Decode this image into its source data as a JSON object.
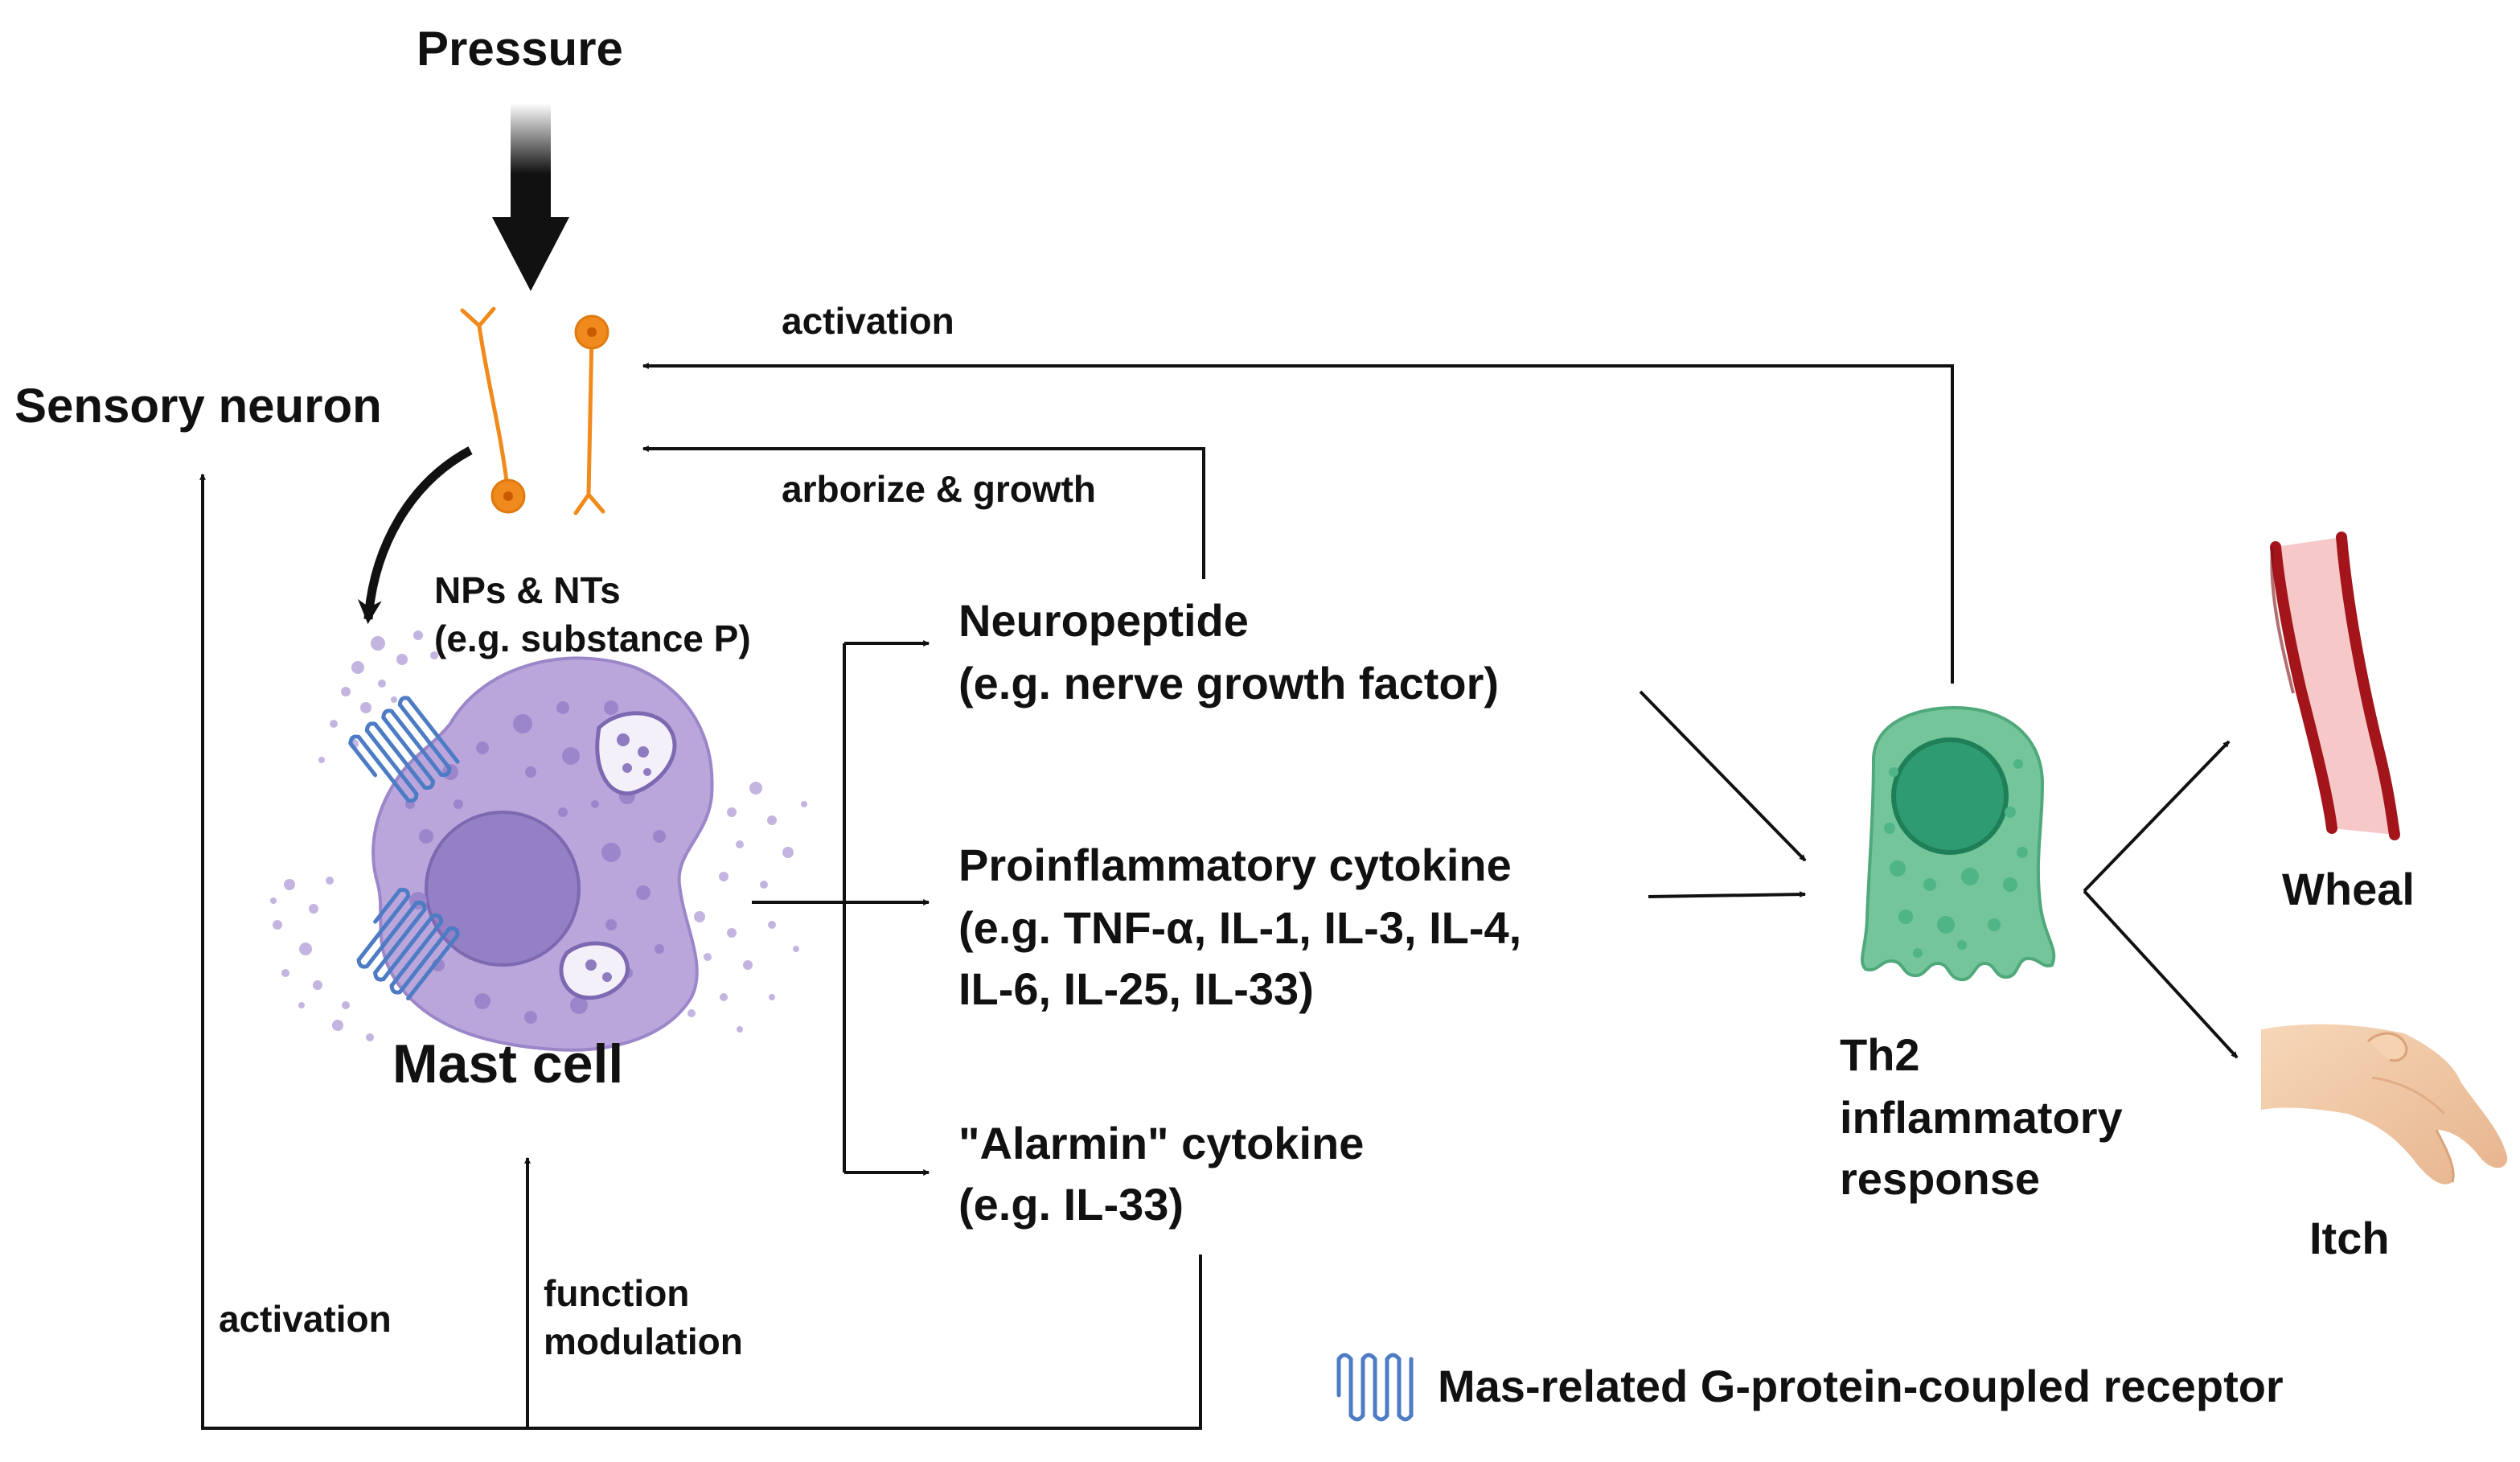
{
  "labels": {
    "pressure": "Pressure",
    "sensory_neuron": "Sensory neuron",
    "activation_top": "activation",
    "arborize_growth": "arborize & growth",
    "nps_nts_line1": "NPs & NTs",
    "nps_nts_line2": "(e.g. substance P)",
    "mast_cell": "Mast cell",
    "neuropeptide_line1": "Neuropeptide",
    "neuropeptide_line2": "(e.g. nerve growth factor)",
    "proinflammatory_line1": "Proinflammatory cytokine",
    "proinflammatory_line2": "(e.g. TNF-α, IL-1, IL-3, IL-4,",
    "proinflammatory_line3": "IL-6, IL-25, IL-33)",
    "alarmin_line1": "\"Alarmin\" cytokine",
    "alarmin_line2": "(e.g. IL-33)",
    "th2_line1": "Th2",
    "th2_line2": "inflammatory",
    "th2_line3": "response",
    "wheal": "Wheal",
    "itch": "Itch",
    "activation_bottom": "activation",
    "function_line1": "function",
    "function_line2": "modulation",
    "legend_receptor": "Mas-related G-protein-coupled receptor"
  },
  "colors": {
    "neuron": "#f08a1c",
    "mast_cell_body": "#bba6dc",
    "mast_cell_nucleus": "#9480c4",
    "receptor": "#4d7cc4",
    "th2_cell": "#74c59a",
    "th2_nucleus": "#2f9b70",
    "vessel_wall": "#a3151b",
    "vessel_lumen": "#f6c8c8",
    "hand": "#f2c9a3",
    "arrow": "#111111"
  },
  "icons": [
    "sensory-neuron-icon",
    "mast-cell-icon",
    "th2-cell-icon",
    "blood-vessel-icon",
    "hand-icon",
    "receptor-icon"
  ]
}
